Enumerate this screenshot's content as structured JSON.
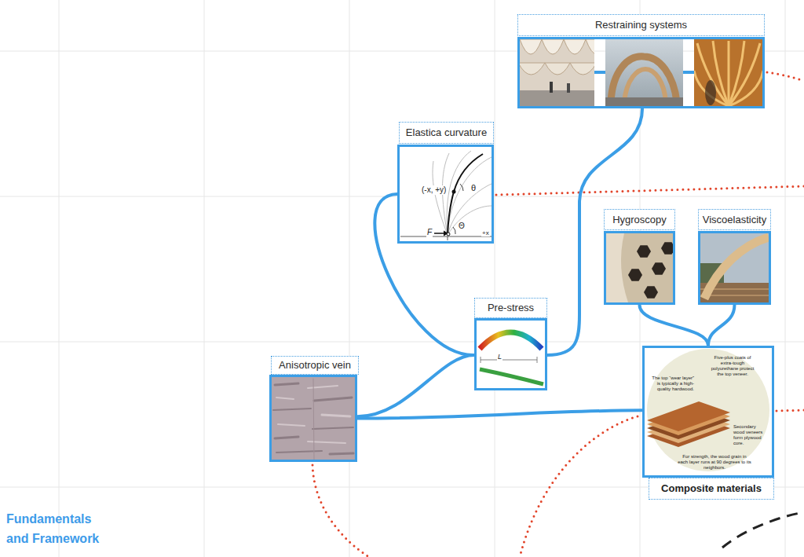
{
  "diagram": {
    "title": "Fundamentals and Framework",
    "nodes": [
      {
        "text": [
          "Restraining systems"
        ]
      },
      {
        "text": [
          "Elastica curvature"
        ]
      },
      {
        "text": [
          "Hygroscopy"
        ]
      },
      {
        "text": [
          "Viscoelasticity"
        ]
      },
      {
        "text": [
          "Pre-stress"
        ]
      },
      {
        "text": [
          "Anisotropic vein"
        ]
      },
      {
        "text": [
          "Composite materials"
        ]
      }
    ],
    "edges": [
      {
        "from": 1,
        "to": 4,
        "arrow": "none"
      },
      {
        "from": 5,
        "to": 4,
        "arrow": "none"
      },
      {
        "from": 4,
        "to": 0,
        "arrow": "none"
      },
      {
        "from": 5,
        "to": 6,
        "arrow": "none"
      },
      {
        "from": 2,
        "to": 6,
        "arrow": "none"
      },
      {
        "from": 3,
        "to": 6,
        "arrow": "none"
      }
    ],
    "labels": [
      "(-x, +y)",
      "θ",
      "F",
      "Θ",
      "+x",
      "L",
      "Five-plus coats of extra-tough polyurethane protect the top veneer.",
      "The top “wear layer” is typically a high-quality hardwood.",
      "Secondary wood veneers form plywood core.",
      "For strength, the wood grain in each layer runs at 90 degrees to its neighbors."
    ]
  }
}
